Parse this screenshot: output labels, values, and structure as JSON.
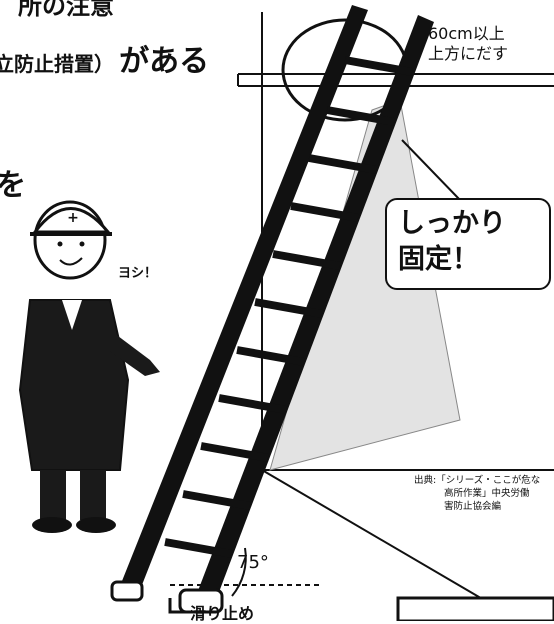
{
  "top_fragment": "所の注意",
  "headline": {
    "small": "立防止措置）",
    "large": "がある"
  },
  "left_fragment": "を",
  "height_note": {
    "line1": "60cm以上",
    "line2": "上方にだす"
  },
  "callout": {
    "line1": "しっかり",
    "line2": "固定！"
  },
  "worker_speech": "ヨシ！",
  "angle_label": "75°",
  "anti_slip_label": "滑り止め",
  "source": {
    "line1": "出典:「シリーズ・ここが危な",
    "line2": "高所作業」中央労働",
    "line3": "害防止協会編"
  },
  "colors": {
    "ink": "#111111",
    "paper": "#ffffff",
    "shade": "#d9d9d9"
  }
}
